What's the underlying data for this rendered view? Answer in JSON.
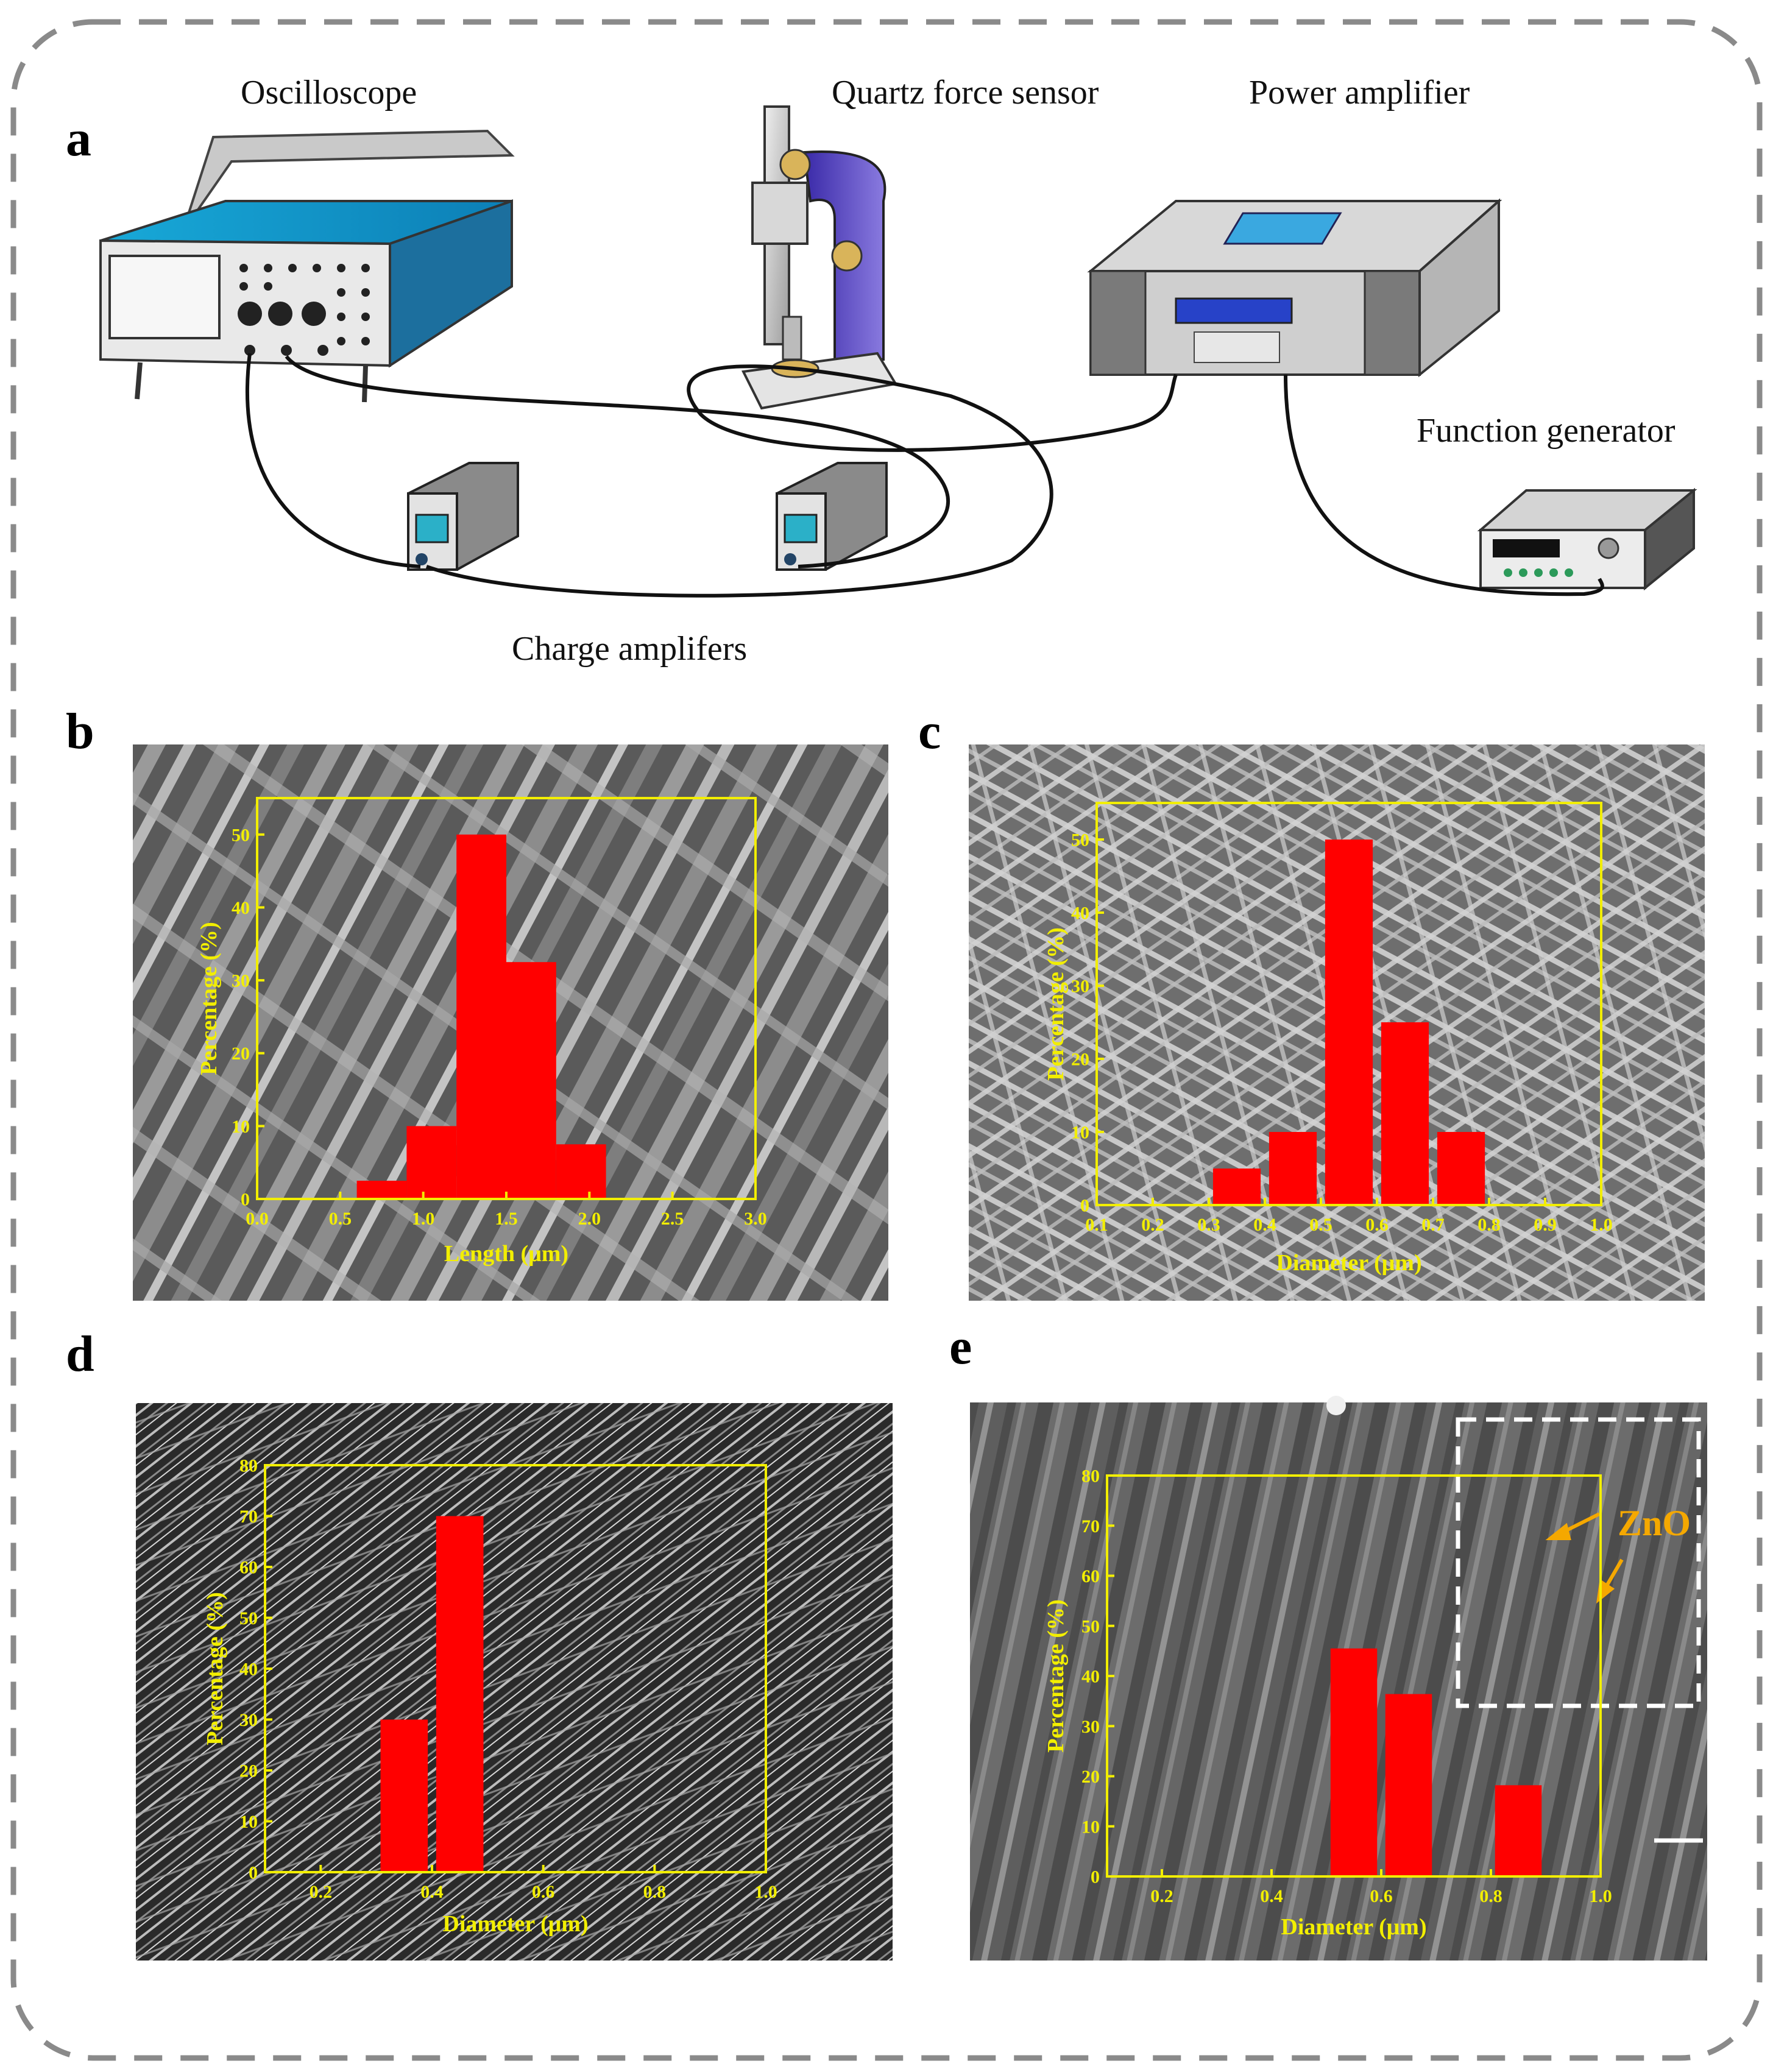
{
  "panel_labels": [
    "a",
    "b",
    "c",
    "d",
    "e"
  ],
  "setup": {
    "oscilloscope": "Oscilloscope",
    "force_sensor": "Quartz force sensor",
    "power_amplifier": "Power amplifier",
    "function_generator": "Function generator",
    "charge_amplifiers": "Charge amplifers"
  },
  "annotation_e": "ZnO",
  "colors": {
    "bar": "#ff0000",
    "axis": "#f2ee00",
    "annotation": "#f5a800",
    "sem_dark": "#3a3a3a"
  },
  "chart_data": [
    {
      "panel": "b",
      "type": "bar",
      "xlabel": "Length (μm)",
      "ylabel": "Percentage (%)",
      "xlim": [
        0.0,
        3.0
      ],
      "ylim": [
        0,
        55
      ],
      "xticks": [
        "0.0",
        "0.5",
        "1.0",
        "1.5",
        "2.0",
        "2.5",
        "3.0"
      ],
      "yticks": [
        "0",
        "10",
        "20",
        "30",
        "40",
        "50"
      ],
      "bar_width": 0.3,
      "x": [
        0.75,
        1.05,
        1.35,
        1.65,
        1.95
      ],
      "values": [
        2.5,
        10,
        50,
        32.5,
        7.5
      ]
    },
    {
      "panel": "c",
      "type": "bar",
      "xlabel": "Diameter (μm)",
      "ylabel": "Percentage (%)",
      "xlim": [
        0.1,
        1.0
      ],
      "ylim": [
        0,
        55
      ],
      "xticks": [
        "0.1",
        "0.2",
        "0.3",
        "0.4",
        "0.5",
        "0.6",
        "0.7",
        "0.8",
        "0.9",
        "1.0"
      ],
      "yticks": [
        "0",
        "10",
        "20",
        "30",
        "40",
        "50"
      ],
      "bar_width": 0.085,
      "x": [
        0.35,
        0.45,
        0.55,
        0.65,
        0.75
      ],
      "values": [
        5,
        10,
        50,
        25,
        10
      ]
    },
    {
      "panel": "d",
      "type": "bar",
      "xlabel": "Diameter (μm)",
      "ylabel": "Percentage (%)",
      "xlim": [
        0.1,
        1.0
      ],
      "ylim": [
        0,
        80
      ],
      "xticks": [
        "0.2",
        "0.4",
        "0.6",
        "0.8",
        "1.0"
      ],
      "yticks": [
        "0",
        "10",
        "20",
        "30",
        "40",
        "50",
        "60",
        "70",
        "80"
      ],
      "bar_width": 0.085,
      "x": [
        0.35,
        0.45
      ],
      "values": [
        30,
        70
      ]
    },
    {
      "panel": "e",
      "type": "bar",
      "xlabel": "Diameter (μm)",
      "ylabel": "Percentage (%)",
      "xlim": [
        0.1,
        1.0
      ],
      "ylim": [
        0,
        80
      ],
      "xticks": [
        "0.2",
        "0.4",
        "0.6",
        "0.8",
        "1.0"
      ],
      "yticks": [
        "0",
        "10",
        "20",
        "30",
        "40",
        "50",
        "60",
        "70",
        "80"
      ],
      "bar_width": 0.085,
      "x": [
        0.55,
        0.65,
        0.85
      ],
      "values": [
        45.5,
        36.4,
        18.2
      ]
    }
  ]
}
